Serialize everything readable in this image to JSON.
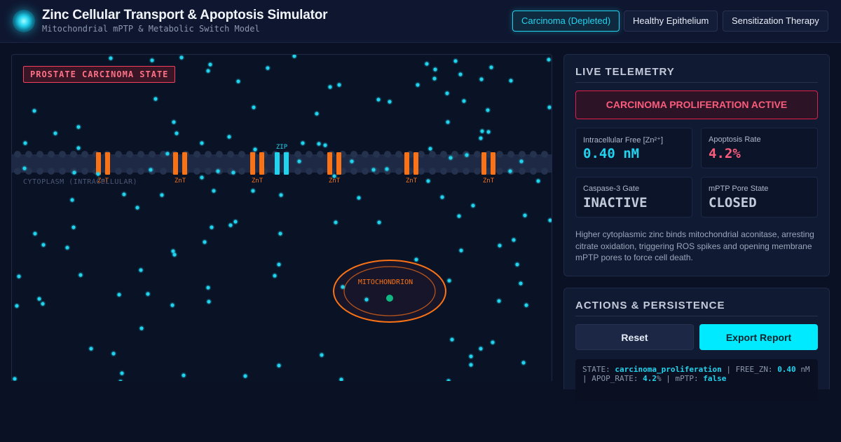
{
  "header": {
    "title": "Zinc Cellular Transport & Apoptosis Simulator",
    "subtitle": "Mitochondrial mPTP & Metabolic Switch Model",
    "modes": [
      {
        "label": "Carcinoma (Depleted)",
        "active": true
      },
      {
        "label": "Healthy Epithelium",
        "active": false
      },
      {
        "label": "Sensitization Therapy",
        "active": false
      }
    ]
  },
  "simulation": {
    "state_badge": "PROSTATE CARCINOMA STATE",
    "cytoplasm_label": "CYTOPLASM (INTRACELLULAR)",
    "mitochondrion_label": "MITOCHONDRION",
    "transporters": [
      {
        "type": "ZnT",
        "label": "ZnT",
        "color": "#f97316"
      },
      {
        "type": "ZnT",
        "label": "ZnT",
        "color": "#f97316"
      },
      {
        "type": "ZnT",
        "label": "ZnT",
        "color": "#f97316"
      },
      {
        "type": "ZIP",
        "label": "ZIP",
        "color": "#22d3ee"
      },
      {
        "type": "ZnT",
        "label": "ZnT",
        "color": "#f97316"
      },
      {
        "type": "ZnT",
        "label": "ZnT",
        "color": "#f97316"
      },
      {
        "type": "ZnT",
        "label": "ZnT",
        "color": "#f97316"
      }
    ],
    "colors": {
      "membrane": "#25324e",
      "zinc_ion": "#22d3ee",
      "mitochondrion": "#f97316",
      "matrix_marker": "#10b981"
    }
  },
  "telemetry": {
    "title": "LIVE TELEMETRY",
    "alert": "CARCINOMA PROLIFERATION ACTIVE",
    "metrics": [
      {
        "label": "Intracellular Free [Zn²⁺]",
        "value": "0.40 nM",
        "color": "#22d3ee"
      },
      {
        "label": "Apoptosis Rate",
        "value": "4.2%",
        "color": "#fb5c7c"
      },
      {
        "label": "Caspase-3 Gate",
        "value": "INACTIVE",
        "color": "#c3cbdb"
      },
      {
        "label": "mPTP Pore State",
        "value": "CLOSED",
        "color": "#c3cbdb"
      }
    ],
    "description": "Higher cytoplasmic zinc binds mitochondrial aconitase, arresting citrate oxidation, triggering ROS spikes and opening membrane mPTP pores to force cell death."
  },
  "actions": {
    "title": "ACTIONS & PERSISTENCE",
    "reset_label": "Reset",
    "export_label": "Export Report",
    "console": {
      "state_key": "STATE:",
      "state_val": "carcinoma_proliferation",
      "zn_key": "FREE_ZN:",
      "zn_val": "0.40",
      "zn_unit": "nM",
      "apop_key": "APOP_RATE:",
      "apop_val": "4.2",
      "apop_unit": "%",
      "mptp_key": "mPTP:",
      "mptp_val": "false"
    }
  }
}
